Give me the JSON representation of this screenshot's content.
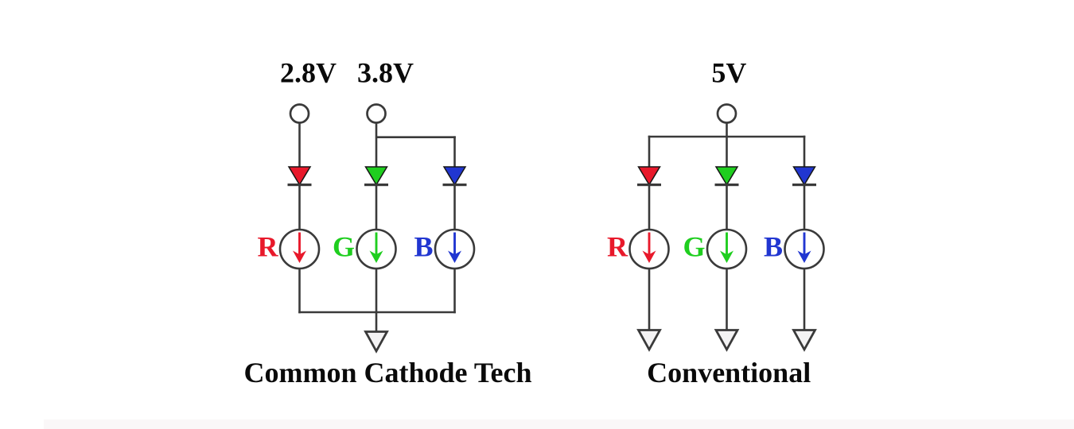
{
  "diagram": {
    "background": "#ffffff",
    "footer_band_color": "#faf7f8"
  },
  "colors": {
    "red": "#e8192b",
    "green": "#1fce1f",
    "blue": "#2136d1",
    "wire": "#3a3a3a",
    "text": "#0a0a0a",
    "ground_fill": "#f4f3f4"
  },
  "left": {
    "title": "Common Cathode Tech",
    "supply_red": "2.8V",
    "supply_green_blue": "3.8V",
    "channel_red": "R",
    "channel_green": "G",
    "channel_blue": "B"
  },
  "right": {
    "title": "Conventional",
    "supply": "5V",
    "channel_red": "R",
    "channel_green": "G",
    "channel_blue": "B"
  }
}
